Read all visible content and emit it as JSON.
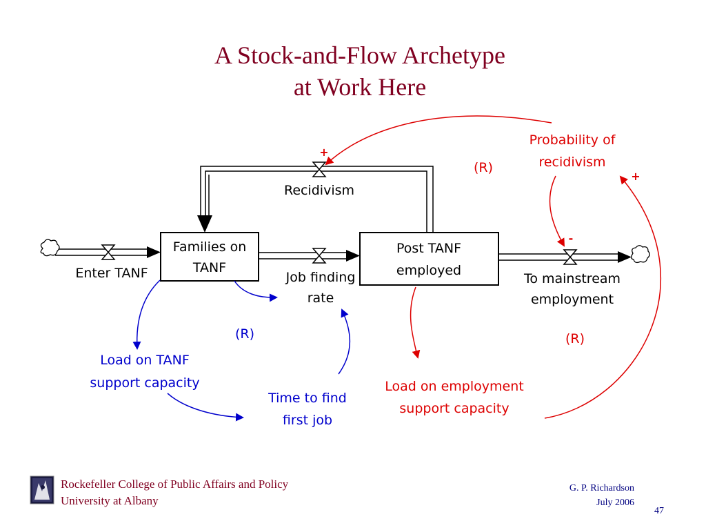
{
  "slide": {
    "title_line1": "A Stock-and-Flow Archetype",
    "title_line2": "at Work Here"
  },
  "diagram": {
    "stocks": {
      "families_line1": "Families on",
      "families_line2": "TANF",
      "post_line1": "Post TANF",
      "post_line2": "employed"
    },
    "flows": {
      "enter": "Enter TANF",
      "recidivism": "Recidivism",
      "job_line1": "Job finding",
      "job_line2": "rate",
      "mainstream_line1": "To mainstream",
      "mainstream_line2": "employment"
    },
    "variables": {
      "prob_line1": "Probability of",
      "prob_line2": "recidivism",
      "load_tanf_line1": "Load on TANF",
      "load_tanf_line2": "support capacity",
      "time_line1": "Time to find",
      "time_line2": "first job",
      "load_emp_line1": "Load on employment",
      "load_emp_line2": "support capacity"
    },
    "loops": {
      "top": "(R)",
      "left": "(R)",
      "right": "(R)"
    },
    "polarities": {
      "recidivism": "+",
      "mainstream": "-",
      "probability": "+"
    },
    "colors": {
      "title": "#800020",
      "red_links": "#dd0000",
      "blue_links": "#0000cc"
    }
  },
  "footer": {
    "org_line1": "Rockefeller College of Public Affairs and Policy",
    "org_line2": "University at Albany",
    "author": "G. P. Richardson",
    "date": "July 2006",
    "page_number": "47"
  }
}
